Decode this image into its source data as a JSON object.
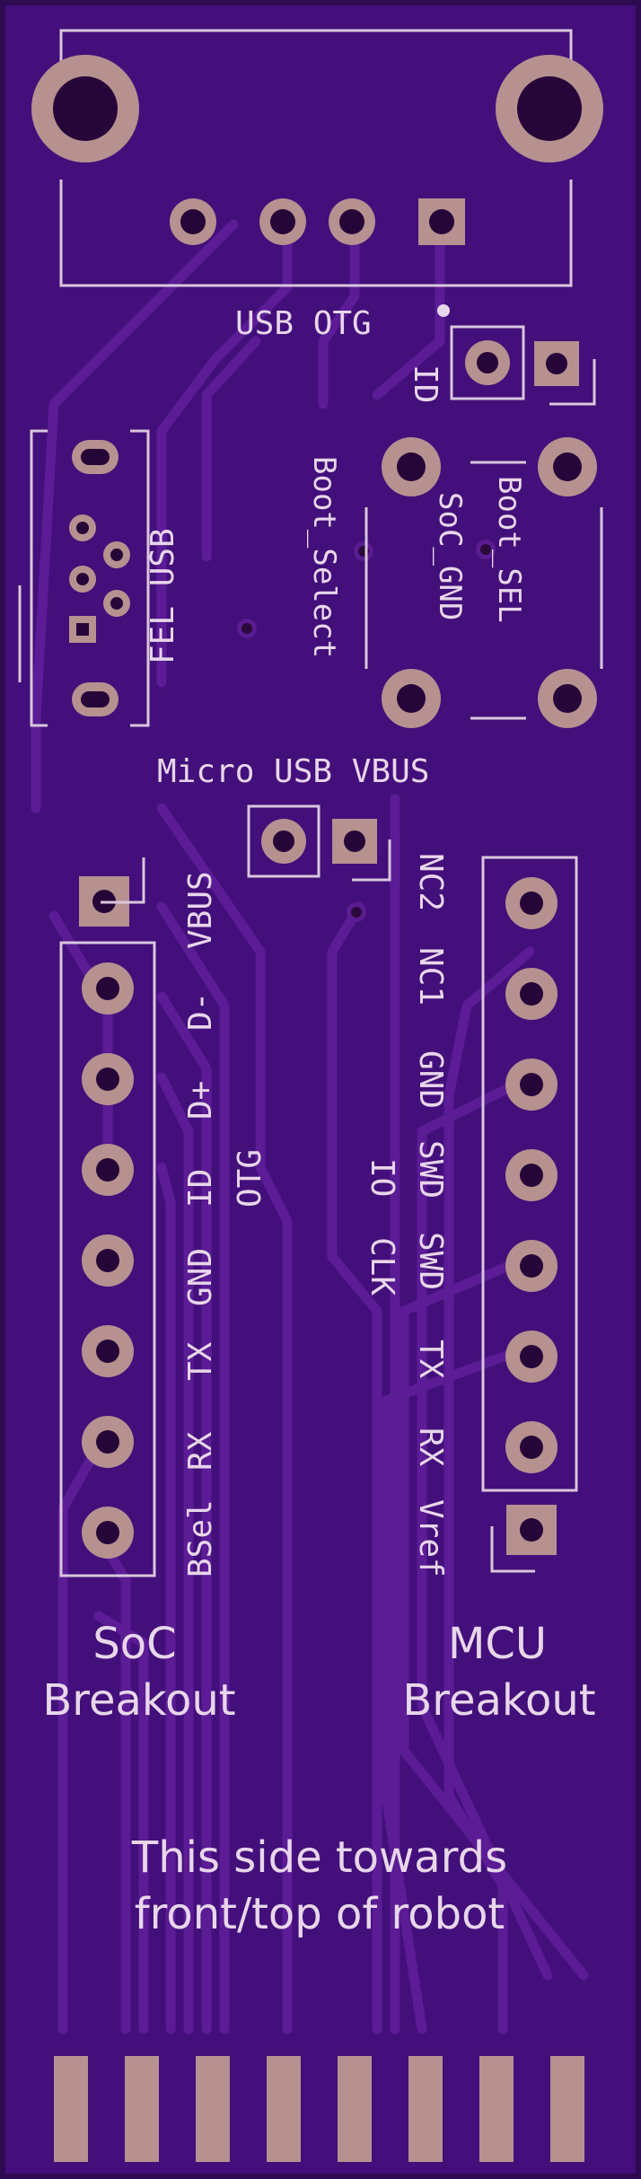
{
  "board": {
    "background_color": "#2e0a52",
    "mask_color": "#430f7a",
    "pad_color": "#b79090",
    "silk_color": "#e8d6ea",
    "trace_color": "#5b1c96"
  },
  "labels": {
    "usb_otg": "USB OTG",
    "id": "ID",
    "fel_usb": "FEL USB",
    "boot_select": "Boot_Select",
    "soc_gnd": "SoC_GND",
    "boot_sel": "Boot_SEL",
    "micro_usb_vbus": "Micro USB VBUS",
    "otg": "OTG",
    "io": "IO",
    "clk": "CLK"
  },
  "soc_header": {
    "pins": [
      "VBUS",
      "D-",
      "D+",
      "ID",
      "GND",
      "TX",
      "RX",
      "BSel"
    ],
    "title_line1": "SoC",
    "title_line2": "Breakout"
  },
  "mcu_header": {
    "pins": [
      "NC2",
      "NC1",
      "GND",
      "SWD",
      "SWD",
      "TX",
      "RX",
      "Vref"
    ],
    "title_line1": "MCU",
    "title_line2": "Breakout"
  },
  "orientation_note": {
    "line1": "This side towards",
    "line2": "front/top of robot"
  }
}
